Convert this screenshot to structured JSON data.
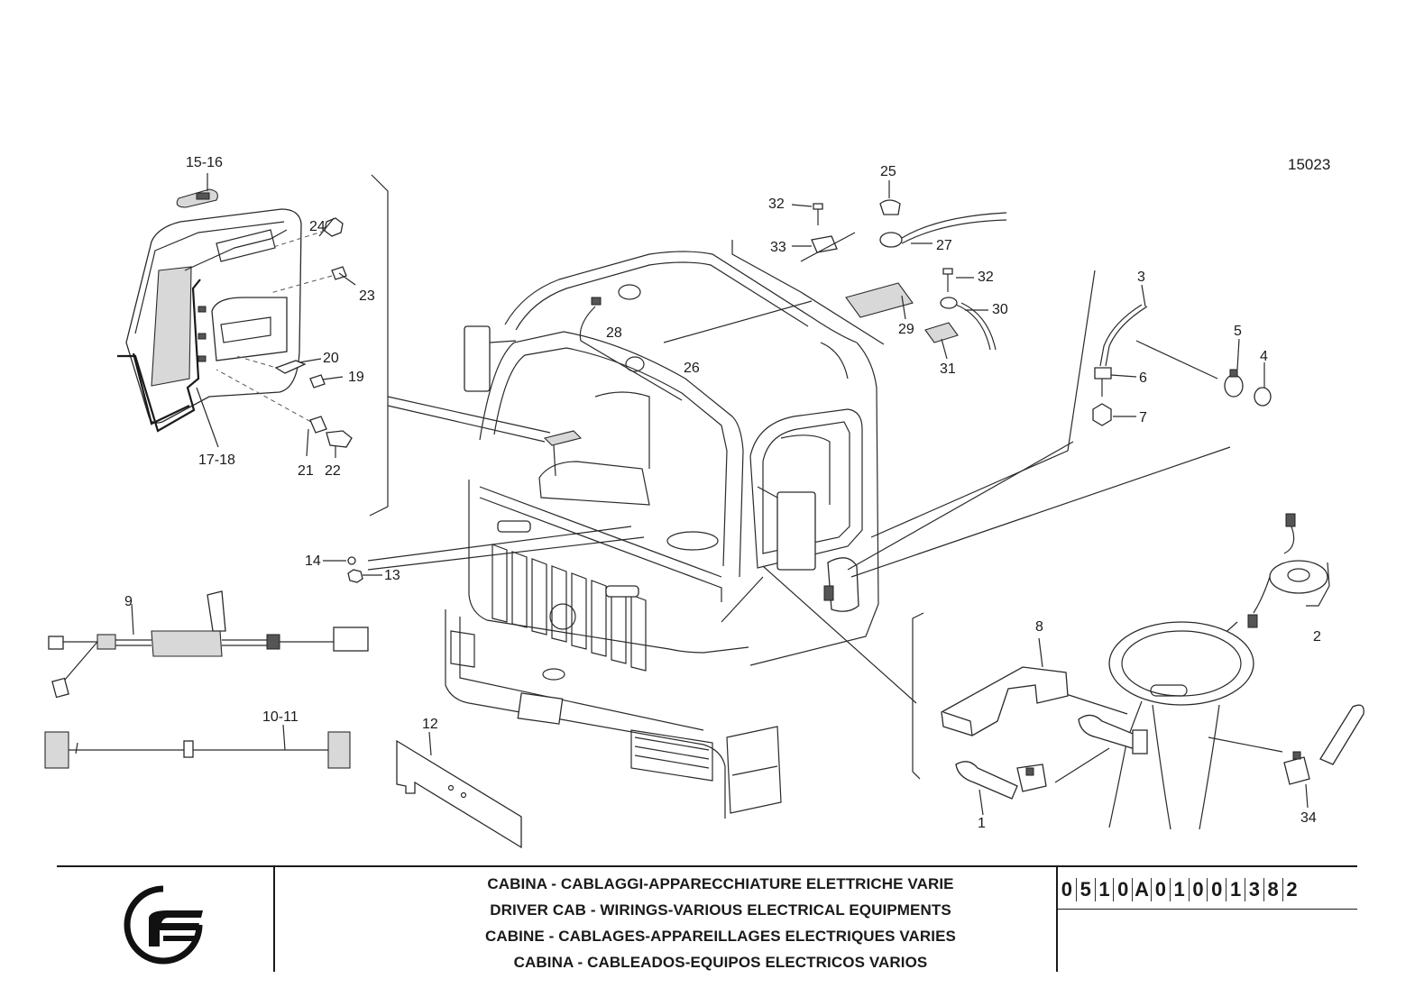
{
  "drawing_number": "15023",
  "callouts": [
    "15-16",
    "24",
    "23",
    "20",
    "19",
    "17-18",
    "21",
    "22",
    "32",
    "33",
    "25",
    "27",
    "32",
    "30",
    "29",
    "31",
    "28",
    "26",
    "3",
    "5",
    "4",
    "6",
    "7",
    "14",
    "13",
    "9",
    "10-11",
    "12",
    "8",
    "2",
    "1",
    "34"
  ],
  "title_block": {
    "titles": [
      "CABINA - CABLAGGI-APPARECCHIATURE ELETTRICHE VARIE",
      "DRIVER CAB - WIRINGS-VARIOUS ELECTRICAL EQUIPMENTS",
      "CABINE - CABLAGES-APPAREILLAGES ELECTRIQUES VARIES",
      "CABINA - CABLEADOS-EQUIPOS ELECTRICOS VARIOS"
    ],
    "code_chars": [
      "0",
      "5",
      "1",
      "0",
      "A",
      "0",
      "1",
      "0",
      "0",
      "1",
      "3",
      "8",
      "2"
    ]
  }
}
